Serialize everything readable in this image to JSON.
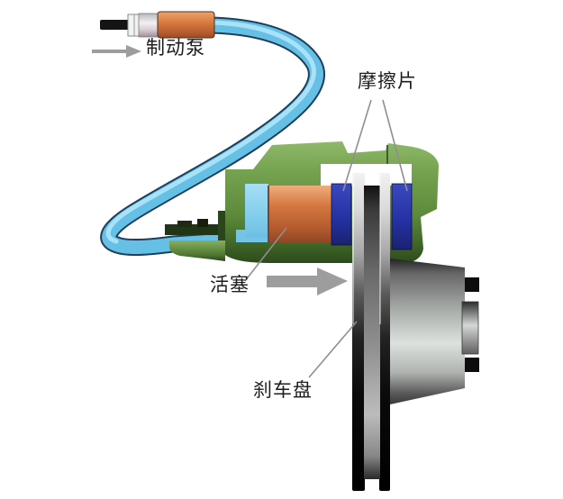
{
  "diagram": {
    "kind": "disc-brake-cutaway-illustration",
    "labels": {
      "brake_pump": "制动泵",
      "friction_pads": "摩擦片",
      "piston": "活塞",
      "brake_disc": "刹车盘"
    },
    "arrows": {
      "pump_flow_direction": "right",
      "piston_force_direction": "right"
    },
    "colors": {
      "hose_fill": "#66c0e5",
      "hose_outline": "#1d3f5e",
      "hose_highlight": "#a9e2f7",
      "caliper_green": "#6f9c4c",
      "caliper_green_dark": "#2c4a1a",
      "chamber_blue": "#7fcbec",
      "piston_orange": "#cf7040",
      "pad_blue": "#2733a2",
      "pump_body_orange": "#d2763e",
      "pump_rod_black": "#141414",
      "metal_light": "#d9dedb",
      "disc_dark": "#111111",
      "arrow_gray": "#9d9d9d",
      "leader_line_gray": "#8f8f8f",
      "label_text": "#1c1c1c"
    }
  }
}
